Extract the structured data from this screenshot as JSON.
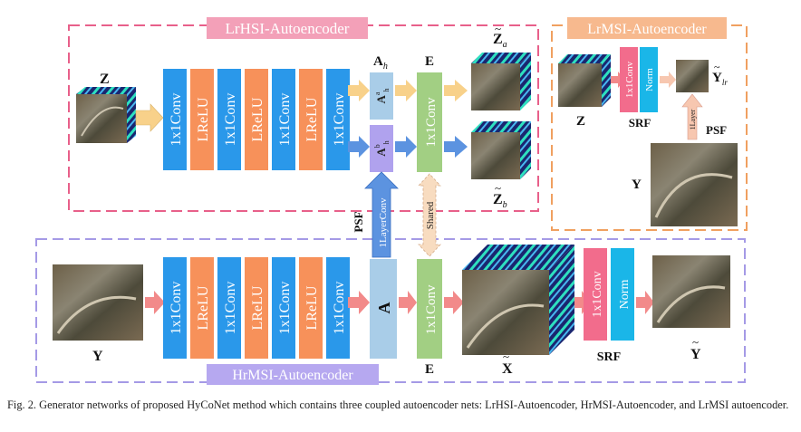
{
  "figure": {
    "lrhsi": {
      "title": "LrHSI-Autoencoder",
      "input_label": "Z",
      "layers": [
        "1x1Conv",
        "LReLU",
        "1x1Conv",
        "LReLU",
        "1x1Conv",
        "LReLU",
        "1x1Conv"
      ],
      "a_label": "A",
      "a_sub": "h",
      "aa_label": "A",
      "aa_sup": "a",
      "aa_sub": "h",
      "ab_label": "A",
      "ab_sup": "b",
      "ab_sub": "h",
      "e_label": "E",
      "decoder_layer": "1x1Conv",
      "out_a": "Z",
      "out_a_sub": "a",
      "out_b": "Z",
      "out_b_sub": "b"
    },
    "lrmsi": {
      "title": "LrMSI-Autoencoder",
      "z_label": "Z",
      "srf_label": "SRF",
      "conv_label": "1x1Conv",
      "norm_label": "Norm",
      "out_label": "Y",
      "out_sub": "lr",
      "layer_label": "1Layer",
      "psf_label": "PSF",
      "y_label": "Y"
    },
    "middle": {
      "psf_label": "PSF",
      "layer_conv": "1LayerConv",
      "shared": "Shared"
    },
    "hrmsi": {
      "title": "HrMSI-Autoencoder",
      "input_label": "Y",
      "layers": [
        "1x1Conv",
        "LReLU",
        "1x1Conv",
        "LReLU",
        "1x1Conv",
        "LReLU",
        "1x1Conv"
      ],
      "a_label": "A",
      "e_label": "E",
      "decoder_layer": "1x1Conv",
      "x_label": "X",
      "conv_label": "1x1Conv",
      "norm_label": "Norm",
      "srf_label": "SRF",
      "out_label": "Y"
    },
    "colors": {
      "pink_dash": "#e8608a",
      "orange_dash": "#f0a060",
      "purple_dash": "#a59ae6",
      "conv_blue": "#2a98ea",
      "lrelu_orange": "#f7915a",
      "a_lightblue": "#a9cde8",
      "ab_purple": "#b0a2ee",
      "e_green": "#a2cf83",
      "norm_cyan": "#1ab6e8",
      "conv_pink": "#f26c8c",
      "arrow_yellow": "#f8d18a",
      "arrow_blue": "#5c93e0",
      "arrow_red": "#f28a8a"
    }
  },
  "caption": "Fig. 2.   Generator networks of proposed HyCoNet method which contains three coupled autoencoder nets: LrHSI-Autoencoder, HrMSI-Autoencoder, and LrMSI autoencoder."
}
